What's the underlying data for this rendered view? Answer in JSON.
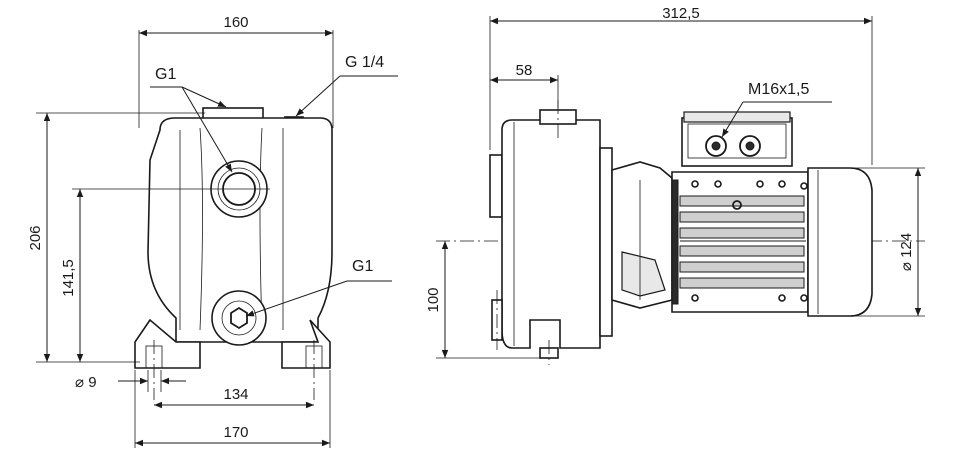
{
  "front_view": {
    "dim_width_top": "160",
    "label_suction": "G1",
    "label_plug": "G 1/4",
    "dim_height_total": "206",
    "dim_height_outlet": "141,5",
    "label_drain": "G1",
    "dim_hole": "⌀ 9",
    "dim_hole_spacing": "134",
    "dim_base_width": "170"
  },
  "side_view": {
    "dim_total_length": "312,5",
    "dim_inlet_offset": "58",
    "label_cable_gland": "M16x1,5",
    "dim_shaft_height": "100",
    "dim_motor_diameter": "⌀ 124"
  },
  "colors": {
    "line": "#1a1a1a",
    "background": "#ffffff",
    "fill": "#e8e8e8"
  }
}
